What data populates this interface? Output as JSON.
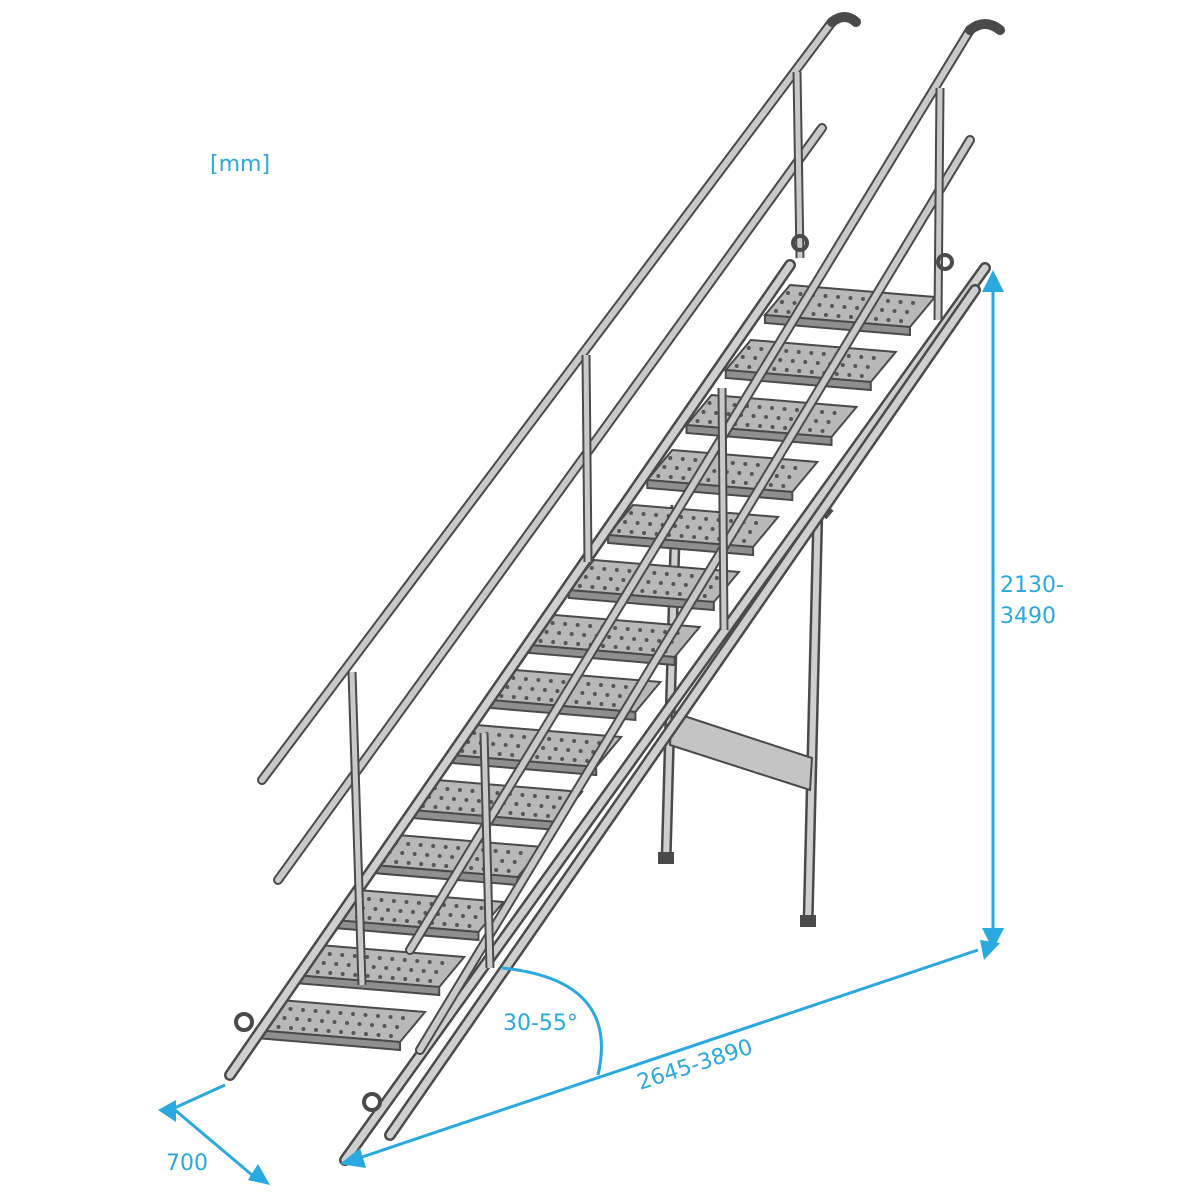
{
  "diagram": {
    "unit_label": "[mm]",
    "dimensions": {
      "height_line1": "2130-",
      "height_line2": "3490",
      "length": "2645-3890",
      "angle": "30-55°",
      "width": "700"
    }
  },
  "colors": {
    "dimension": "#29a9df",
    "metal_outline": "#4a4a4a",
    "metal_fill": "#b8b8b8"
  }
}
